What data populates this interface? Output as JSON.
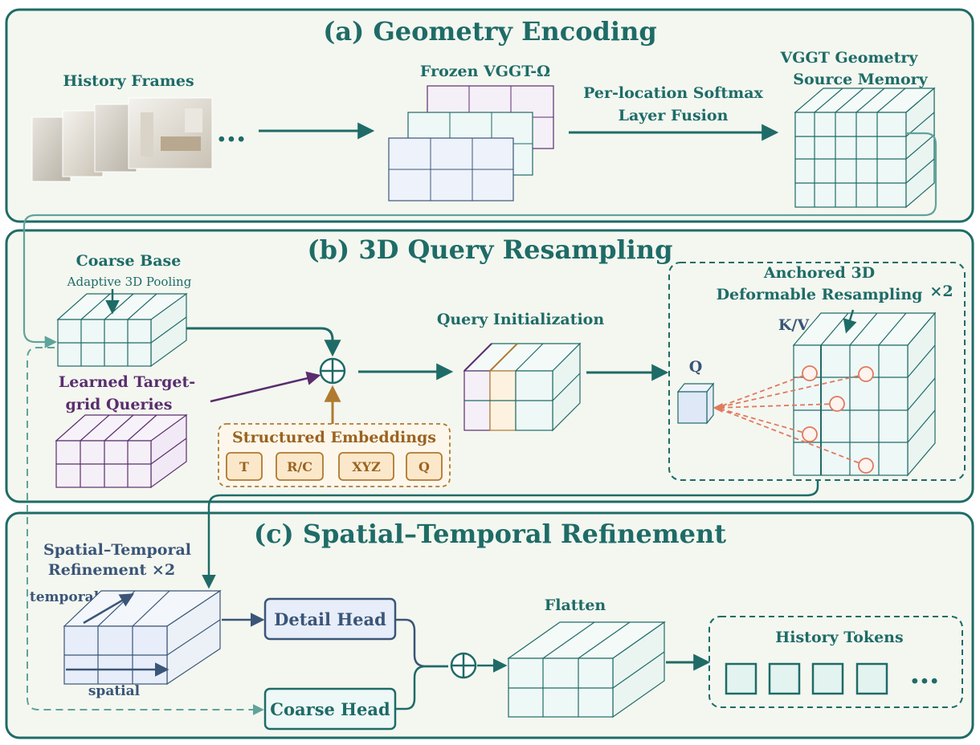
{
  "colors": {
    "teal": "#1f6b67",
    "panel_bg": "#f3f7f0",
    "purple": "#5a2d6e",
    "orange": "#b07a30",
    "navy": "#3a5577",
    "coral": "#e07a5f"
  },
  "panel_a": {
    "title": "(a) Geometry Encoding",
    "history_frames": "History Frames",
    "ellipsis": "•••",
    "frozen": "Frozen VGGT-Ω",
    "fusion_line1": "Per-location Softmax",
    "fusion_line2": "Layer Fusion",
    "memory_line1": "VGGT Geometry",
    "memory_line2": "Source Memory"
  },
  "panel_b": {
    "title": "(b) 3D Query Resampling",
    "coarse_base": "Coarse Base",
    "adaptive": "Adaptive 3D Pooling",
    "learned_line1": "Learned Target-",
    "learned_line2": "grid Queries",
    "structured": "Structured Embeddings",
    "emb_t": "T",
    "emb_rc": "R/C",
    "emb_xyz": "XYZ",
    "emb_q": "Q",
    "query_init": "Query Initialization",
    "anchored_line1": "Anchored 3D",
    "anchored_line2": "Deformable Resampling",
    "times2": "×2",
    "kv": "K/V",
    "q": "Q"
  },
  "panel_c": {
    "title": "(c) Spatial–Temporal Refinement",
    "str_line1": "Spatial–Temporal",
    "str_line2": "Refinement ×2",
    "temporal": "temporal",
    "spatial": "spatial",
    "detail_head": "Detail Head",
    "coarse_head": "Coarse Head",
    "flatten": "Flatten",
    "history_tokens": "History Tokens",
    "ellipsis": "•••"
  }
}
